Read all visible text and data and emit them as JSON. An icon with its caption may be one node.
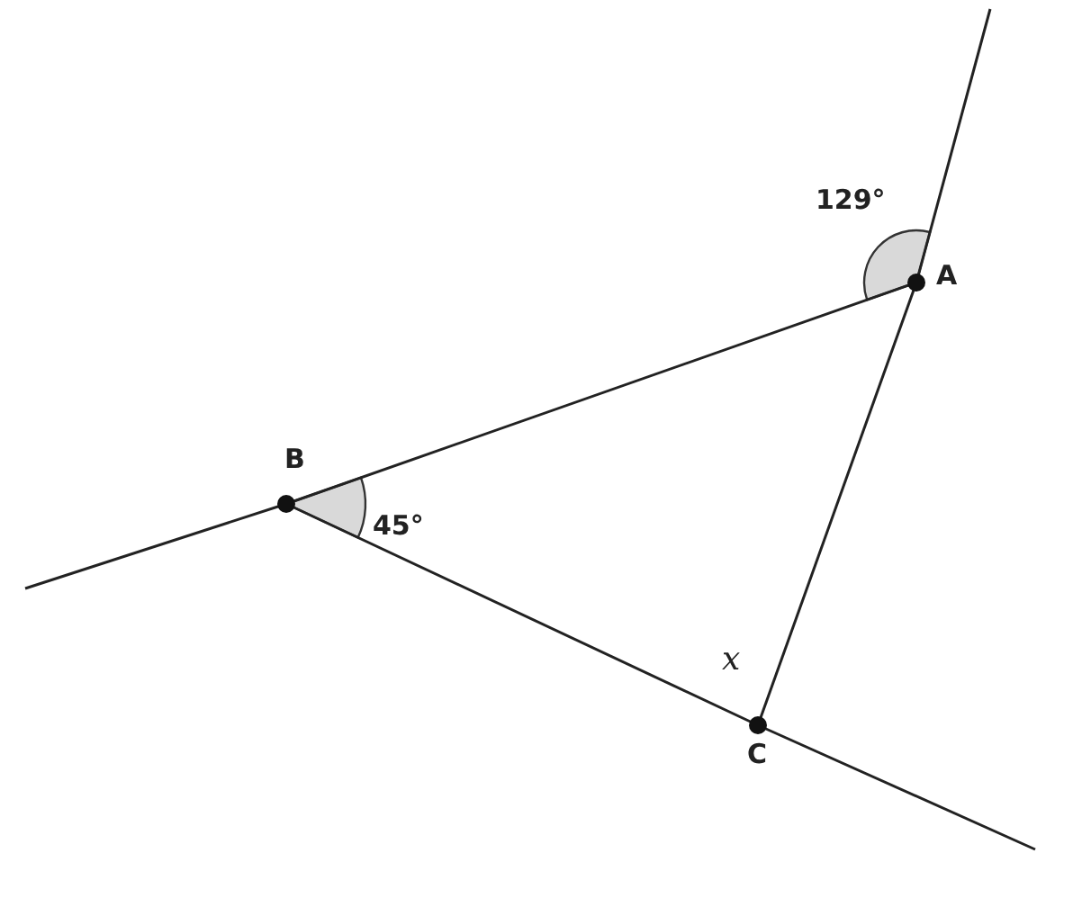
{
  "diagram": {
    "nodes": [
      {
        "text": [
          "A"
        ]
      },
      {
        "text": [
          "B"
        ]
      },
      {
        "text": [
          "C"
        ]
      }
    ],
    "edges": [
      {
        "from": 1,
        "to": 0,
        "arrow": "none"
      },
      {
        "from": 1,
        "to": 2,
        "arrow": "none"
      },
      {
        "from": 2,
        "to": 0,
        "arrow": "none"
      }
    ],
    "labels": [
      "129°",
      "45°",
      "x"
    ]
  }
}
